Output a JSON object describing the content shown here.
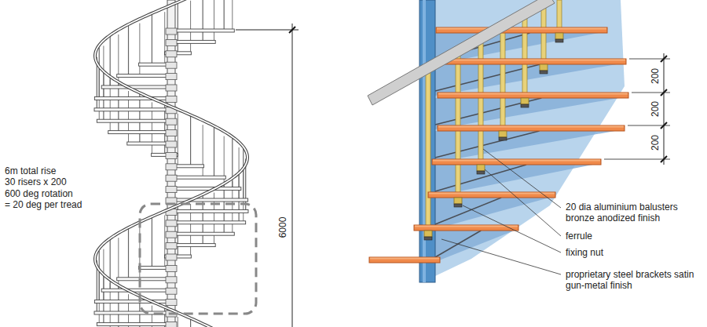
{
  "diagram": {
    "labels": [
      "6m total rise",
      "30 risers x 200",
      "600 deg rotation",
      "= 20 deg per tread",
      "6000",
      "200",
      "200",
      "200",
      "20 dia aluminium balusters bronze anodized finish",
      "ferrule",
      "fixing nut",
      "proprietary steel brackets satin gun-metal finish"
    ]
  }
}
